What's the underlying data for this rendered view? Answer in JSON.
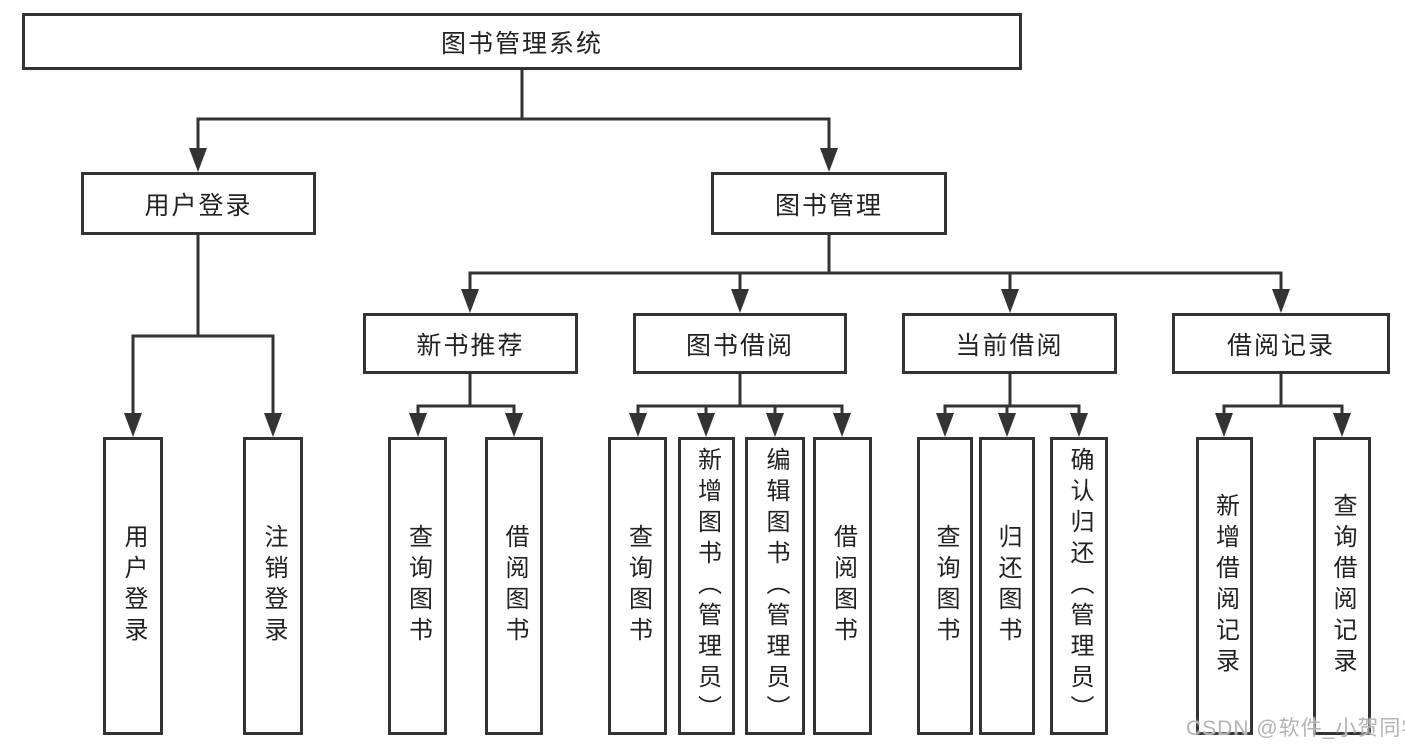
{
  "tree": {
    "label": "图书管理系统",
    "children": [
      {
        "label": "用户登录",
        "children": [
          {
            "label": "用户登录"
          },
          {
            "label": "注销登录"
          }
        ]
      },
      {
        "label": "图书管理",
        "children": [
          {
            "label": "新书推荐",
            "children": [
              {
                "label": "查询图书"
              },
              {
                "label": "借阅图书"
              }
            ]
          },
          {
            "label": "图书借阅",
            "children": [
              {
                "label": "查询图书"
              },
              {
                "label": "新增图书（管理员）"
              },
              {
                "label": "编辑图书（管理员）"
              },
              {
                "label": "借阅图书"
              }
            ]
          },
          {
            "label": "当前借阅",
            "children": [
              {
                "label": "查询图书"
              },
              {
                "label": "归还图书"
              },
              {
                "label": "确认归还（管理员）"
              }
            ]
          },
          {
            "label": "借阅记录",
            "children": [
              {
                "label": "新增借阅记录"
              },
              {
                "label": "查询借阅记录"
              }
            ]
          }
        ]
      }
    ]
  },
  "watermark": {
    "text": "CSDN @软件_小贺同学"
  },
  "colors": {
    "line": "#333333",
    "text": "#222222",
    "watermark": "#b4b4b4",
    "background": "#ffffff"
  }
}
